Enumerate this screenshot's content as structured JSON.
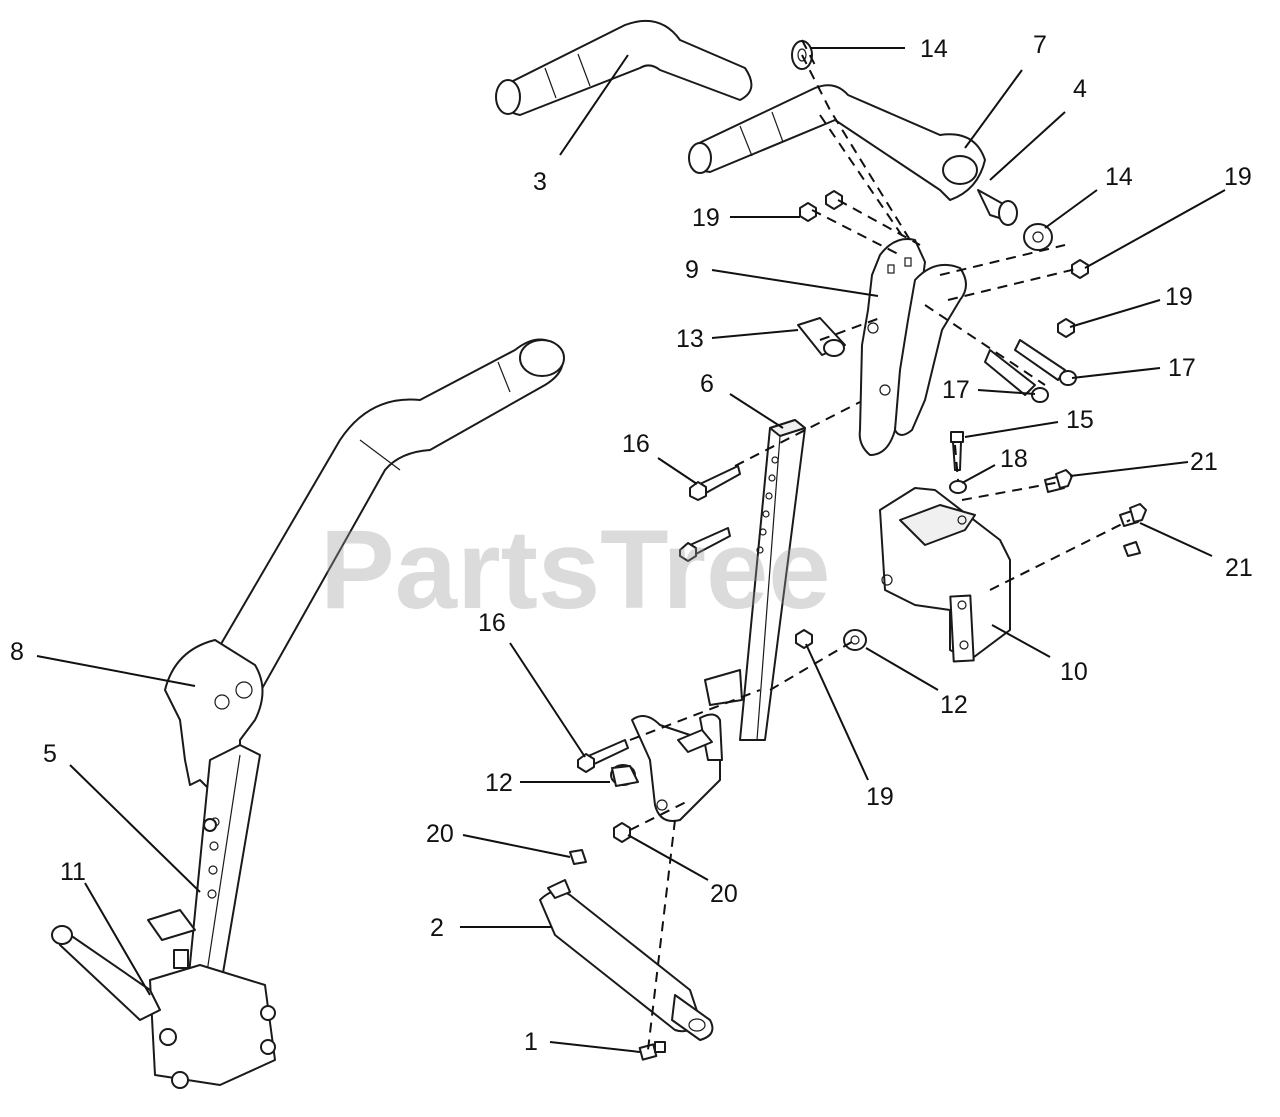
{
  "watermark": "PartsTree",
  "callouts": [
    {
      "id": "c3",
      "label": "3"
    },
    {
      "id": "c14a",
      "label": "14"
    },
    {
      "id": "c7",
      "label": "7"
    },
    {
      "id": "c4",
      "label": "4"
    },
    {
      "id": "c14b",
      "label": "14"
    },
    {
      "id": "c19a",
      "label": "19"
    },
    {
      "id": "c19b",
      "label": "19"
    },
    {
      "id": "c9",
      "label": "9"
    },
    {
      "id": "c19c",
      "label": "19"
    },
    {
      "id": "c13",
      "label": "13"
    },
    {
      "id": "c17a",
      "label": "17"
    },
    {
      "id": "c17b",
      "label": "17"
    },
    {
      "id": "c6",
      "label": "6"
    },
    {
      "id": "c16a",
      "label": "16"
    },
    {
      "id": "c15",
      "label": "15"
    },
    {
      "id": "c18",
      "label": "18"
    },
    {
      "id": "c21a",
      "label": "21"
    },
    {
      "id": "c21b",
      "label": "21"
    },
    {
      "id": "c8",
      "label": "8"
    },
    {
      "id": "c16b",
      "label": "16"
    },
    {
      "id": "c10",
      "label": "10"
    },
    {
      "id": "c12a",
      "label": "12"
    },
    {
      "id": "c5",
      "label": "5"
    },
    {
      "id": "c12b",
      "label": "12"
    },
    {
      "id": "c19d",
      "label": "19"
    },
    {
      "id": "c20a",
      "label": "20"
    },
    {
      "id": "c11",
      "label": "11"
    },
    {
      "id": "c20b",
      "label": "20"
    },
    {
      "id": "c2",
      "label": "2"
    },
    {
      "id": "c1",
      "label": "1"
    }
  ]
}
